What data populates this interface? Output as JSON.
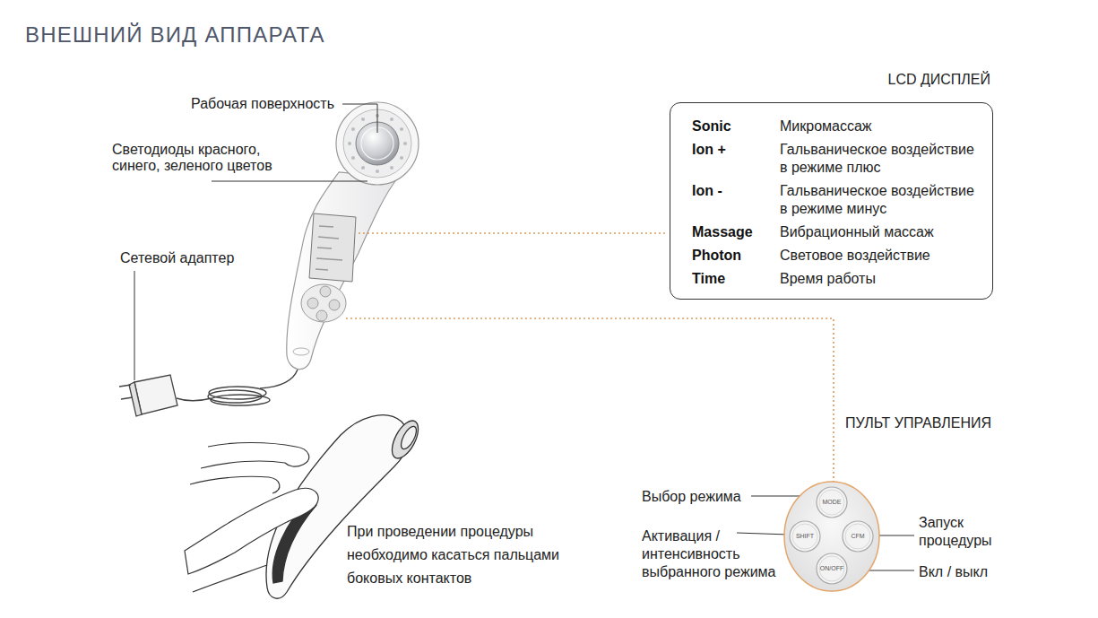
{
  "diagram": {
    "title": "ВНЕШНИЙ ВИД АППАРАТА",
    "nodes": [
      {
        "text": [
          "LCD ДИСПЛЕЙ",
          "Sonic",
          "Микромассаж",
          "Ion +",
          "Гальваническое воздействие в режиме плюс",
          "Ion -",
          "Гальваническое воздействие в режиме минус",
          "Massage",
          "Вибрационный массаж",
          "Photon",
          "Световое воздействие",
          "Time",
          "Время работы"
        ]
      },
      {
        "text": [
          "ПУЛЬТ УПРАВЛЕНИЯ"
        ]
      },
      {
        "text": [
          "MODE"
        ],
        "in": 1
      },
      {
        "text": [
          "SHIFT"
        ],
        "in": 1
      },
      {
        "text": [
          "CFM"
        ],
        "in": 1
      },
      {
        "text": [
          "ON/OFF"
        ],
        "in": 1
      }
    ],
    "labels": [
      "Рабочая поверхность",
      "Светодиоды красного, синего, зеленого цветов",
      "Сетевой адаптер",
      "При проведении процедуры необходимо касаться пальцами боковых контактов",
      "Выбор режима",
      "Активация / интенсивность выбранного режима",
      "Запуск процедуры",
      "Вкл / выкл"
    ]
  }
}
